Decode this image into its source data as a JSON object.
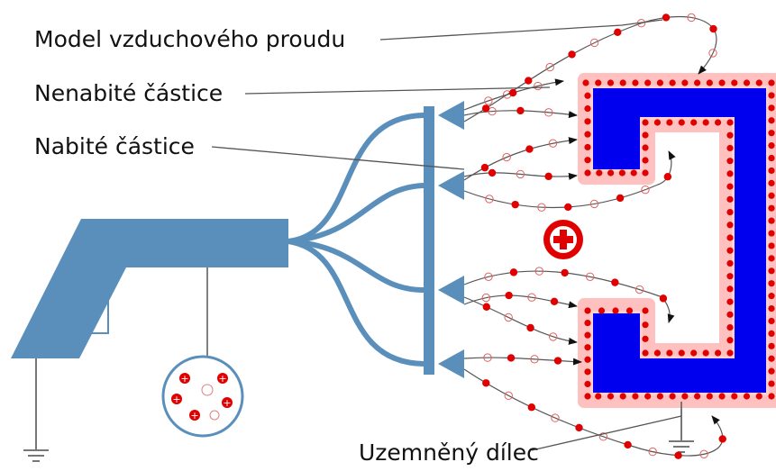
{
  "labels": {
    "airflow": "Model vzduchového proudu",
    "uncharged": "Nenabité částice",
    "charged": "Nabité částice",
    "grounded": "Uzemněný dílec"
  },
  "colors": {
    "gun": "#5a8fbb",
    "part": "#0000ee",
    "charged_particle": "#e00000",
    "uncharged_particle": "#e06060",
    "plus_badge": "#e00000",
    "flow_line": "#555555",
    "ground": "#777777"
  },
  "icons": [
    "plus-icon",
    "arrow-icon",
    "ground-icon"
  ]
}
